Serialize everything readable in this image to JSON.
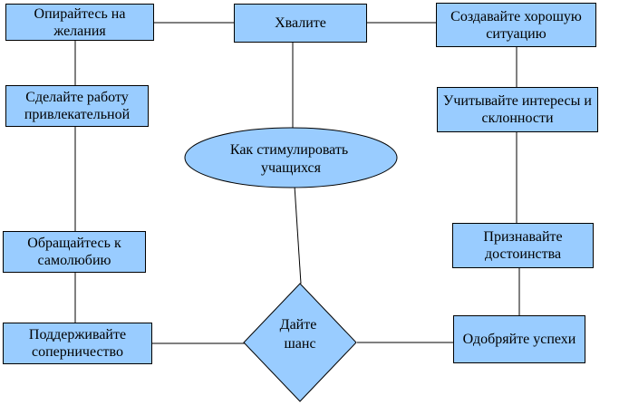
{
  "diagram": {
    "center": "Как стимулировать учащихся",
    "diamond": "Дайте шанс",
    "top": "Хвалите",
    "left": [
      "Опирайтесь на желания",
      "Сделайте работу привлекательной",
      "Обращайтесь к самолюбию",
      "Поддерживайте соперничество"
    ],
    "right": [
      "Создавайте хорошую ситуацию",
      "Учитывайте интересы и склонности",
      "Признавайте достоинства",
      "Одобряйте успехи"
    ]
  },
  "colors": {
    "fill": "#99ccff",
    "stroke": "#000000"
  }
}
